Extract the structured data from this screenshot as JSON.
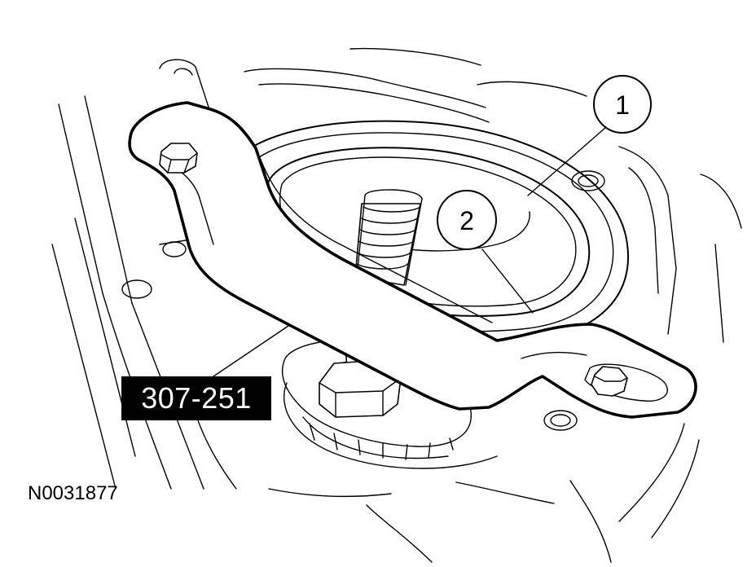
{
  "figure": {
    "tool_number": "307-251",
    "figure_id": "N0031877",
    "callouts": [
      {
        "number": "1"
      },
      {
        "number": "2"
      }
    ]
  }
}
